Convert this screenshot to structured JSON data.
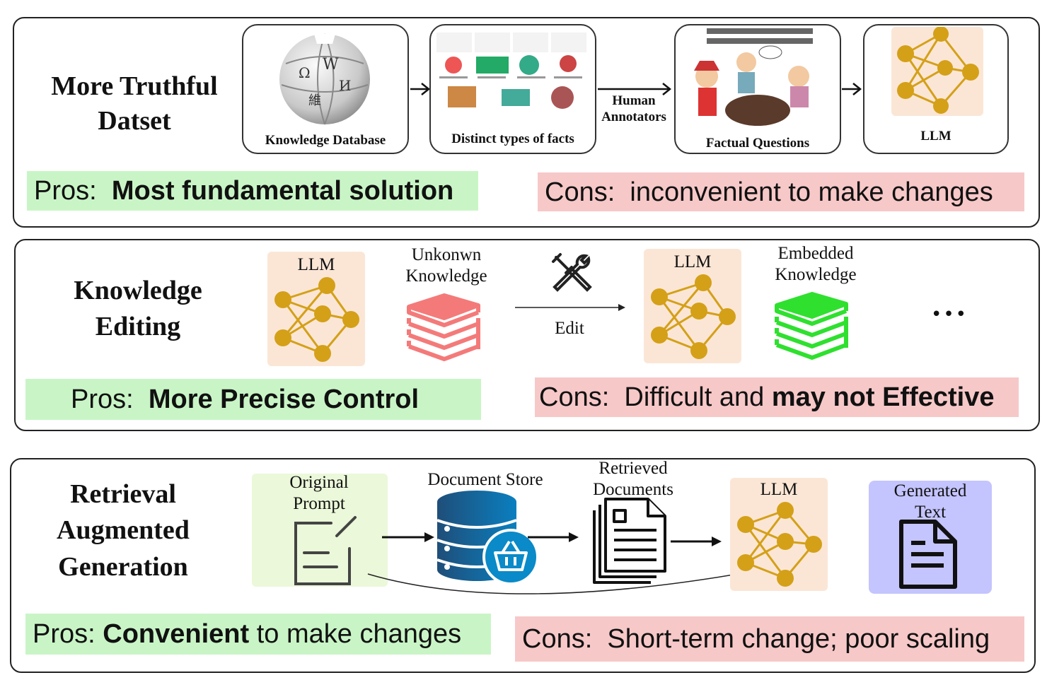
{
  "rows": [
    {
      "title": "More Truthful\nDatset",
      "captions": {
        "knowledge_db": "Knowledge Database",
        "distinct_facts": "Distinct types of facts",
        "human_annotators": "Human\nAnnotators",
        "factual_questions": "Factual Questions",
        "llm": "LLM"
      },
      "pros_prefix": "Pros:",
      "pros_text": "Most fundamental solution",
      "cons_prefix": "Cons:",
      "cons_text": "inconvenient to make changes"
    },
    {
      "title": "Knowledge\nEditing",
      "labels": {
        "llm_before": "LLM",
        "unknown_knowledge": "Unkonwn\nKnowledge",
        "edit": "Edit",
        "llm_after": "LLM",
        "embedded_knowledge": "Embedded\nKnowledge",
        "ellipsis": "•••"
      },
      "pros_prefix": "Pros:",
      "pros_text": "More Precise Control",
      "cons_prefix": "Cons:",
      "cons_text_plain": "Difficult and",
      "cons_text_bold": "may not Effective"
    },
    {
      "title": "Retrieval\nAugmented\nGeneration",
      "labels": {
        "original_prompt": "Original\nPrompt",
        "document_store": "Document Store",
        "retrieved_documents": "Retrieved\nDocuments",
        "llm": "LLM",
        "generated_text": "Generated\nText"
      },
      "pros_prefix": "Pros:",
      "pros_bold": "Convenient",
      "pros_text": "to make changes",
      "cons_prefix": "Cons:",
      "cons_text": "Short-term change; poor scaling"
    }
  ],
  "colors": {
    "pros_bg": "#c9f5c6",
    "cons_bg": "#f7c8c8",
    "llm_bg": "#fbe6d6",
    "prompt_bg": "#ebf8d9",
    "generated_bg": "#c4c4ff",
    "network_node": "#d4a017",
    "unknown_books": "#f47a7a",
    "embedded_books": "#2fe02f"
  },
  "icons": [
    "wikipedia-globe-icon",
    "network-llm-icon",
    "tools-icon",
    "books-icon",
    "note-edit-icon",
    "database-icon",
    "document-icon"
  ]
}
